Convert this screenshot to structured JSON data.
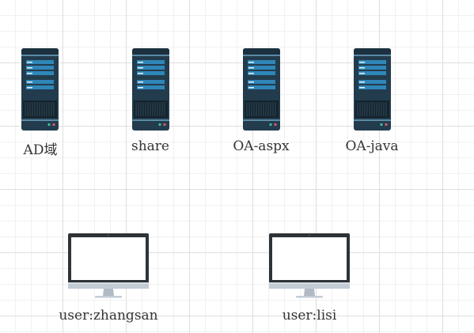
{
  "servers": [
    {
      "label": "AD域",
      "icon": "server-icon"
    },
    {
      "label": "share",
      "icon": "server-icon"
    },
    {
      "label": "OA-aspx",
      "icon": "server-icon"
    },
    {
      "label": "OA-java",
      "icon": "server-icon"
    }
  ],
  "clients": [
    {
      "label": "user:zhangsan",
      "icon": "monitor-icon"
    },
    {
      "label": "user:lisi",
      "icon": "monitor-icon"
    }
  ],
  "colors": {
    "server_body": "#233c4d",
    "server_panel": "#2f86b8",
    "monitor_frame": "#2e3338",
    "monitor_stand": "#c3ccd5"
  }
}
